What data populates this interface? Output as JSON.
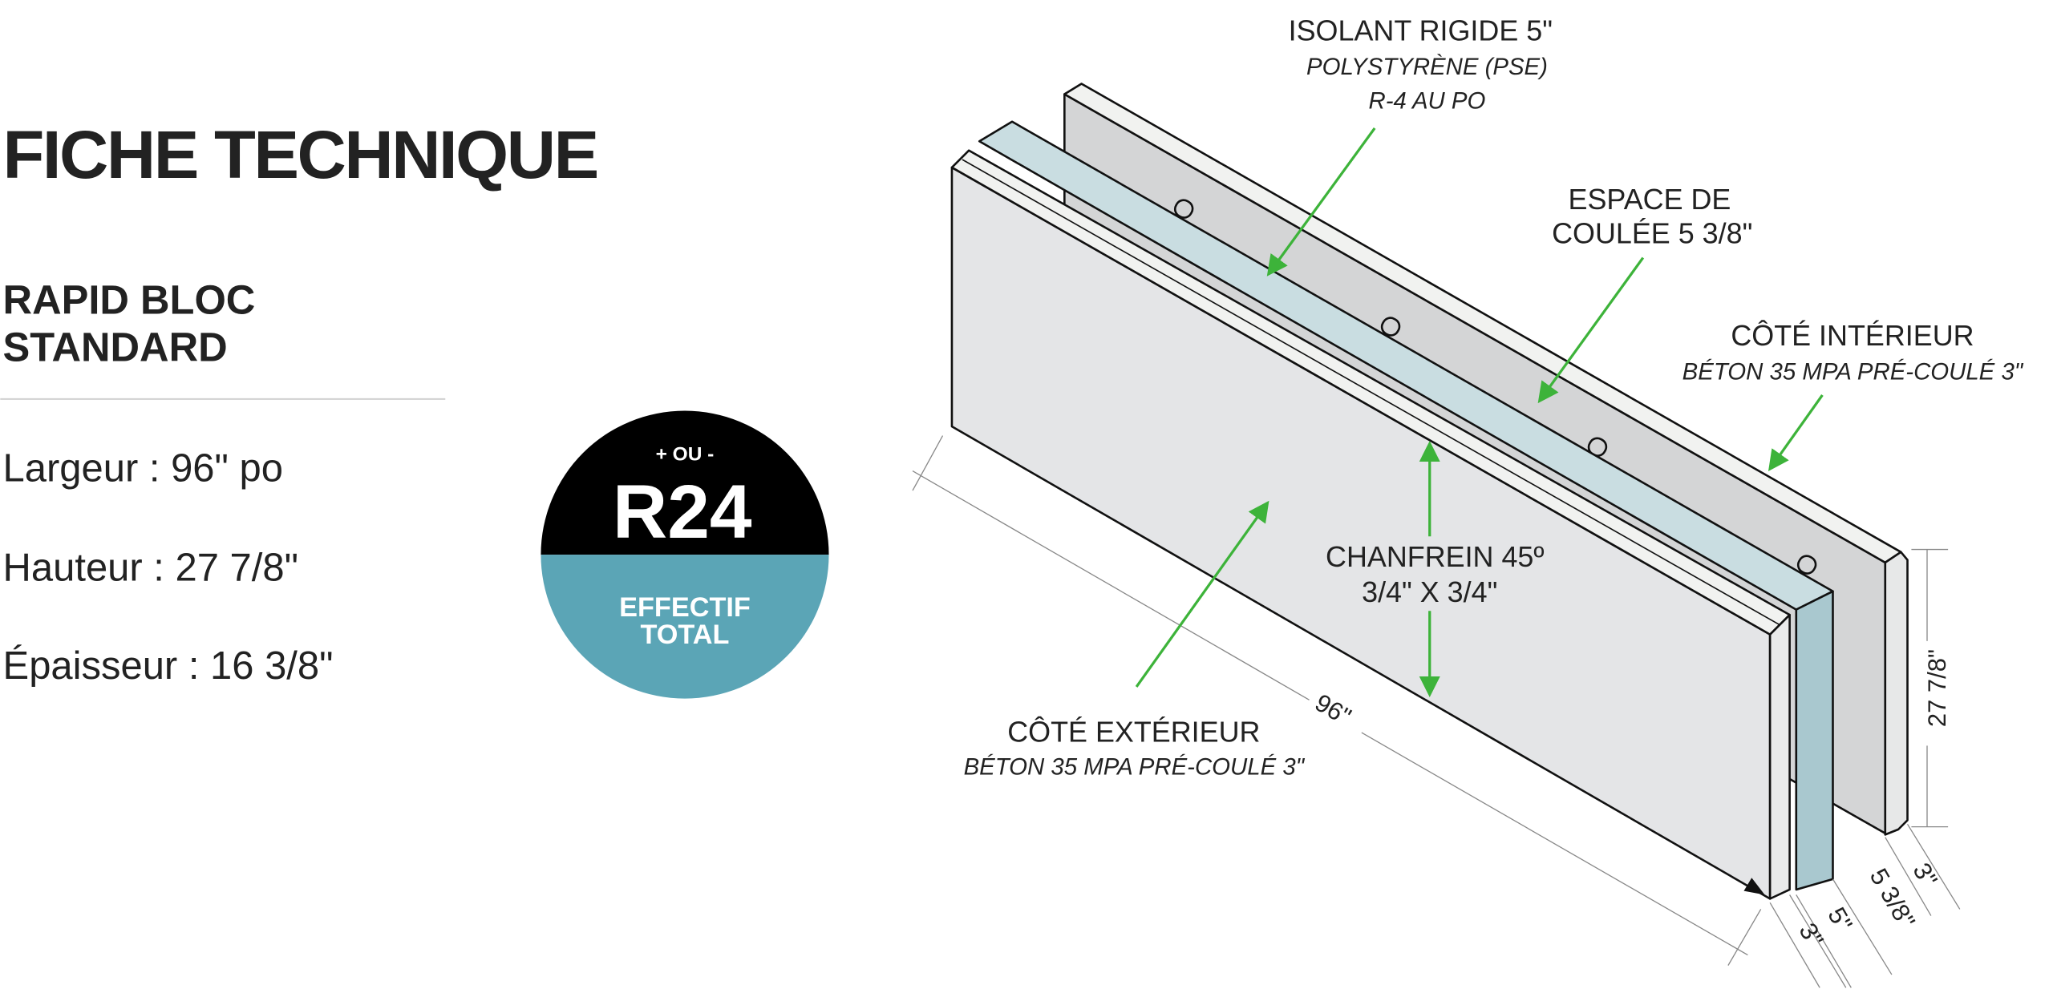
{
  "title": "FICHE TECHNIQUE",
  "product": {
    "line1": "RAPID BLOC",
    "line2": "STANDARD"
  },
  "specs": [
    "Largeur : 96\" po",
    "Hauteur : 27 7/8\"",
    "Épaisseur : 16 3/8\""
  ],
  "badge": {
    "top": "+ OU -",
    "value": "R24",
    "line1": "EFFECTIF",
    "line2": "TOTAL",
    "colors": {
      "top": "#000000",
      "bottom": "#5ba5b6"
    }
  },
  "diagram": {
    "insulation": {
      "title": "ISOLANT RIGIDE 5\"",
      "line2": "POLYSTYRÈNE (PSE)",
      "line3": "R-4 AU PO"
    },
    "pour_space": {
      "line1": "ESPACE DE",
      "line2": "COULÉE 5 3/8\""
    },
    "interior": {
      "title": "CÔTÉ INTÉRIEUR",
      "detail": "BÉTON 35 MPA PRÉ-COULÉ 3\""
    },
    "exterior": {
      "title": "CÔTÉ EXTÉRIEUR",
      "detail": "BÉTON 35 MPA PRÉ-COULÉ 3\""
    },
    "chamfer": {
      "line1": "CHANFREIN 45º",
      "line2": "3/4\" X 3/4\""
    },
    "dims": {
      "length": "96\"",
      "height": "27 7/8\"",
      "ext": "3\"",
      "ins": "5\"",
      "pour": "5 3/8\"",
      "int": "3\""
    },
    "colors": {
      "arrow": "#3db33a",
      "insulation": "#c9dde1",
      "concrete": "#e4e5e7"
    }
  }
}
